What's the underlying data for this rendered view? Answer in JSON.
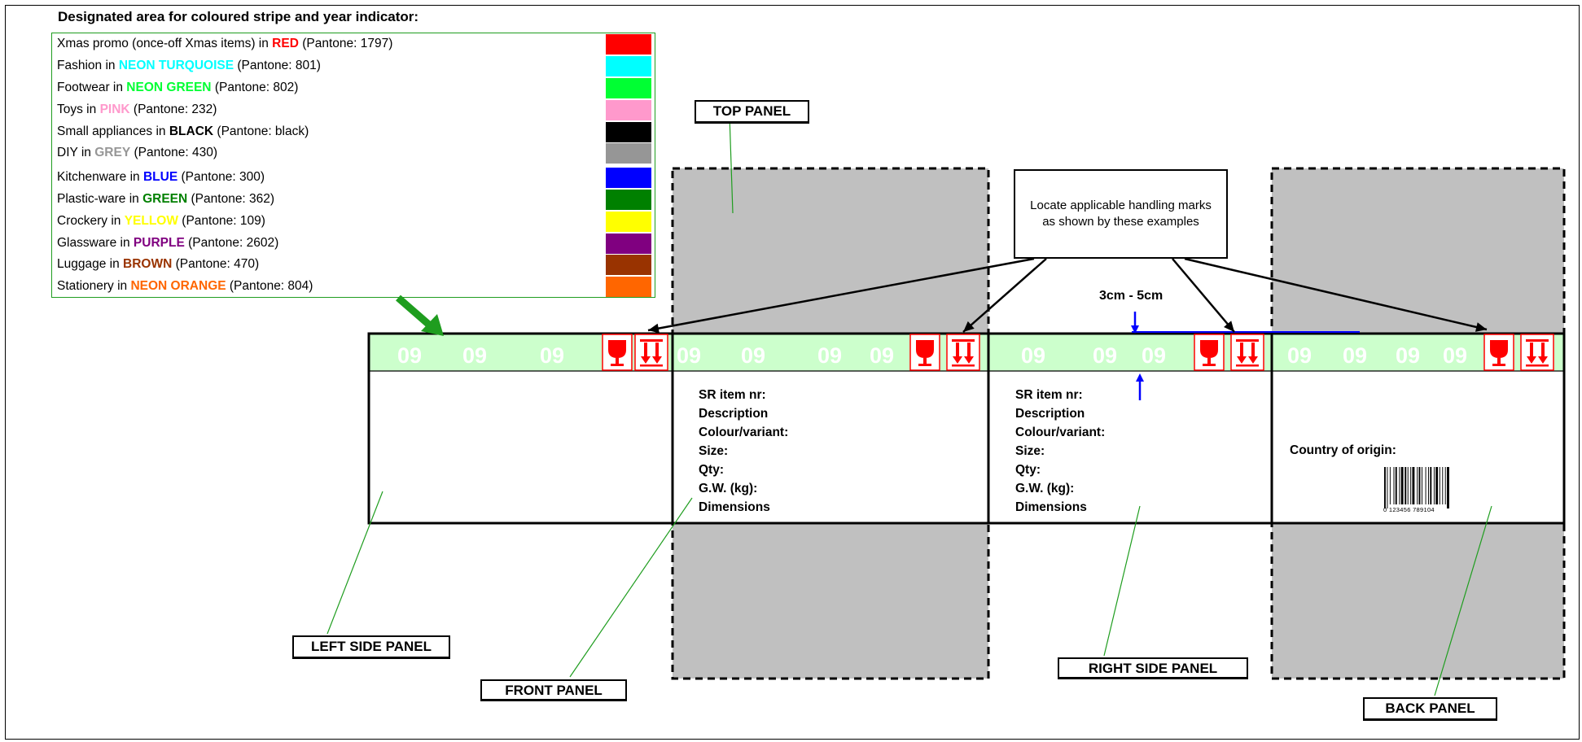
{
  "heading": "Designated area for coloured stripe  and  year indicator:",
  "legend": [
    {
      "pre": "Xmas promo (once-off Xmas items) in ",
      "name": "RED",
      "post": " (Pantone: 1797)",
      "color": "#ff0000"
    },
    {
      "pre": "Fashion in ",
      "name": "NEON TURQUOISE",
      "post": " (Pantone: 801)",
      "color": "#00ffff"
    },
    {
      "pre": "Footwear in ",
      "name": "NEON GREEN",
      "post": " (Pantone: 802)",
      "color": "#00ff33"
    },
    {
      "pre": "Toys in ",
      "name": "PINK",
      "post": " (Pantone: 232)",
      "color": "#ff99cc"
    },
    {
      "pre": "Small appliances in ",
      "name": "BLACK",
      "post": " (Pantone: black)",
      "color": "#000000"
    },
    {
      "pre": "DIY in ",
      "name": "GREY",
      "post": " (Pantone: 430)",
      "color": "#969696"
    },
    {
      "pre": "Kitchenware in ",
      "name": "BLUE",
      "post": " (Pantone: 300)",
      "color": "#0000ff"
    },
    {
      "pre": "Plastic-ware in ",
      "name": "GREEN",
      "post": " (Pantone: 362)",
      "color": "#008000"
    },
    {
      "pre": "Crockery in ",
      "name": "YELLOW",
      "post": " (Pantone: 109)",
      "color": "#ffff00"
    },
    {
      "pre": "Glassware in ",
      "name": "PURPLE",
      "post": " (Pantone: 2602)",
      "color": "#800080"
    },
    {
      "pre": "Luggage in ",
      "name": "BROWN",
      "post": " (Pantone: 470)",
      "color": "#993300"
    },
    {
      "pre": "Stationery in ",
      "name": "NEON ORANGE",
      "post": " (Pantone: 804)",
      "color": "#ff6600"
    }
  ],
  "panels": {
    "top": "TOP PANEL",
    "left": "LEFT SIDE PANEL",
    "front": "FRONT PANEL",
    "right": "RIGHT SIDE PANEL",
    "back": "BACK PANEL"
  },
  "callout": "Locate applicable handling marks as shown by these examples",
  "dimension": "3cm - 5cm",
  "year": "09",
  "info_lines": [
    "SR item nr:",
    "Description",
    "Colour/variant:",
    "Size:",
    "Qty:",
    "G.W. (kg):",
    "Dimensions"
  ],
  "country_of_origin": "Country of origin:",
  "barcode_digits": "0 123456 789104",
  "icons": [
    "fragile-glass-icon",
    "this-way-up-arrows-icon"
  ],
  "colors": {
    "stripe": "#ccffcc",
    "flap_fill": "#c0c0c0",
    "handling_red": "#ff0000",
    "leader_green": "#1f9d1f",
    "dimension_blue": "#0000ff"
  }
}
